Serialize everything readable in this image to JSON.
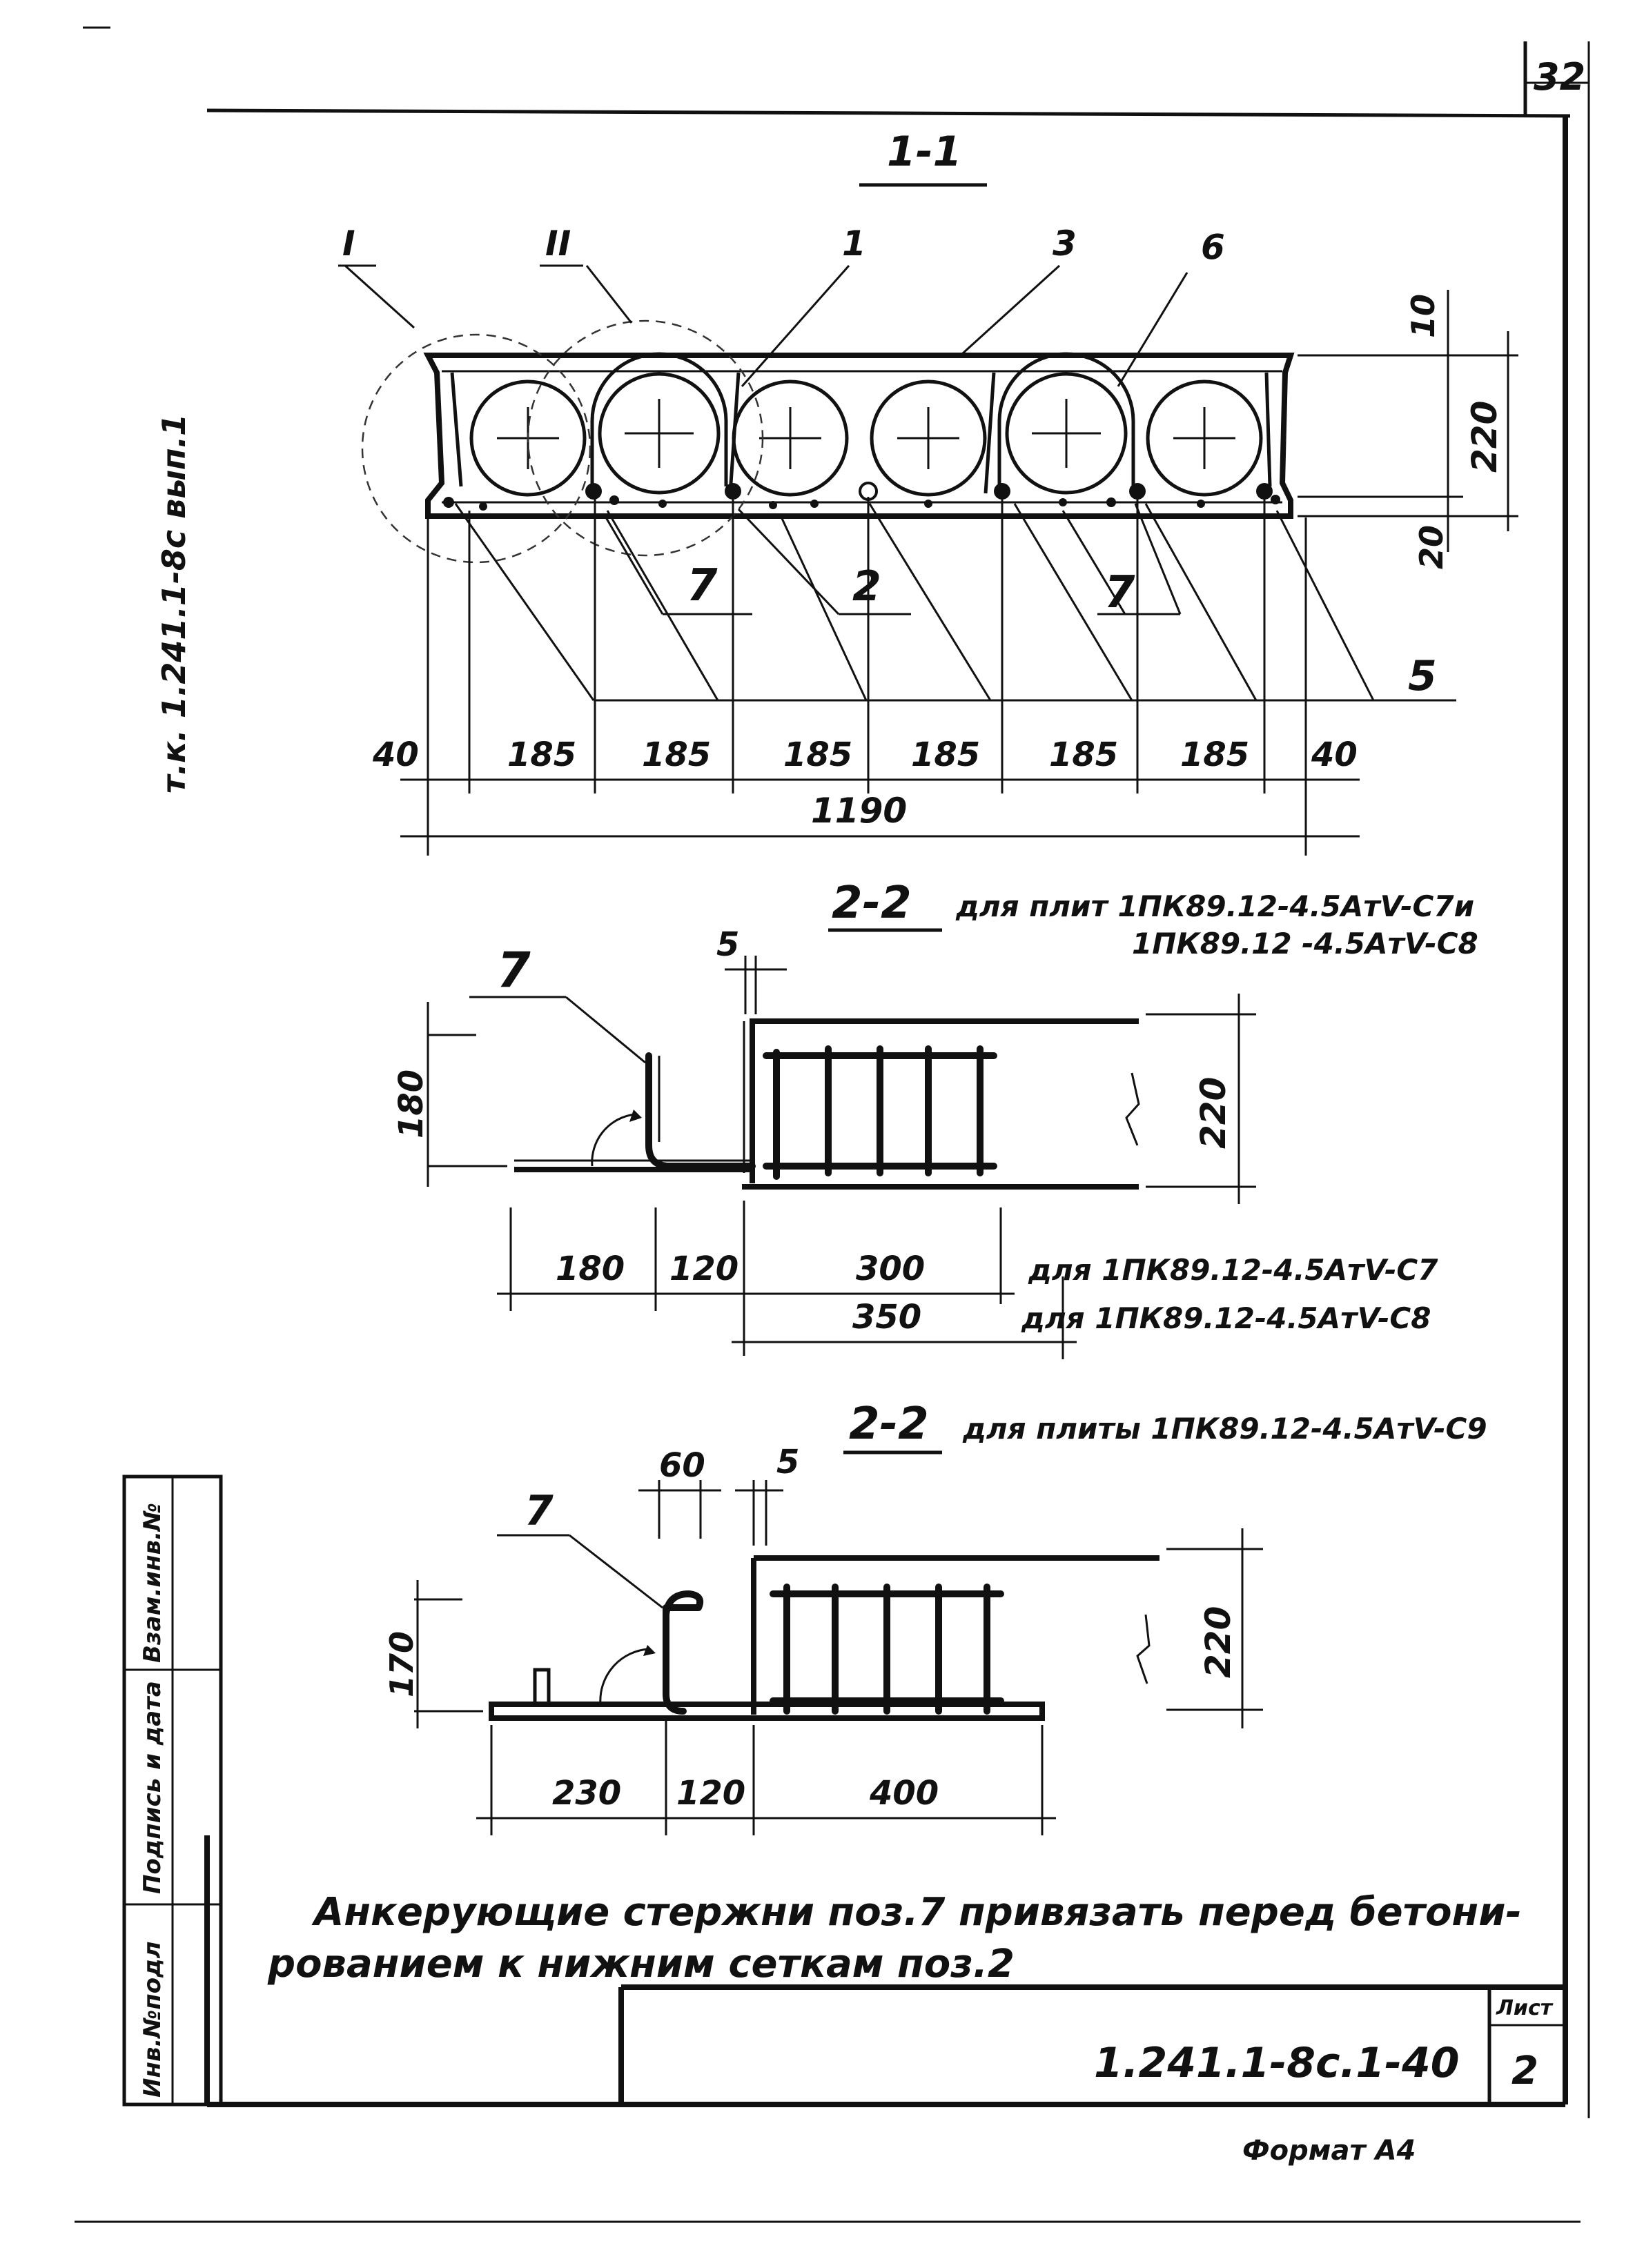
{
  "sheet_number_top": "32",
  "left_margin_note": "т.к. 1.241.1-8с вып.1",
  "section_1_1": {
    "title": "1-1",
    "callouts": [
      "I",
      "II",
      "1",
      "3",
      "6",
      "7",
      "2",
      "7",
      "5"
    ],
    "dims_right": [
      "10",
      "220",
      "20"
    ],
    "dims_bottom": [
      "40",
      "185",
      "185",
      "185",
      "185",
      "185",
      "185",
      "40"
    ],
    "overall": "1190"
  },
  "section_2_2a": {
    "title": "2-2",
    "caption_line1": "для плит 1ПК89.12-4.5АтV-С7и",
    "caption_line2": "1ПК89.12 -4.5АтV-С8",
    "callout": "7",
    "dim_top": "5",
    "dim_left": "180",
    "dim_right": "220",
    "dims_bottom": [
      "180",
      "120",
      "300",
      "350"
    ],
    "note_c7": "для 1ПК89.12-4.5АтV-С7",
    "note_c8": "для 1ПК89.12-4.5АтV-С8"
  },
  "section_2_2b": {
    "title": "2-2",
    "caption": "для плиты 1ПК89.12-4.5АтV-С9",
    "callout": "7",
    "dim_top_a": "60",
    "dim_top_b": "5",
    "dim_left": "170",
    "dim_right": "220",
    "dims_bottom": [
      "230",
      "120",
      "400"
    ]
  },
  "note_line1": "Анкерующие стержни поз.7 привязать перед бетони-",
  "note_line2": "рованием к нижним сеткам поз.2",
  "stamp": {
    "sidebar": [
      "Инв.№подл",
      "Подпись и дата",
      "Взам.инв.№"
    ],
    "doc_code": "1.241.1-8с.1-40",
    "sheet_label": "Лист",
    "sheet_no": "2"
  },
  "format": "Формат А4"
}
